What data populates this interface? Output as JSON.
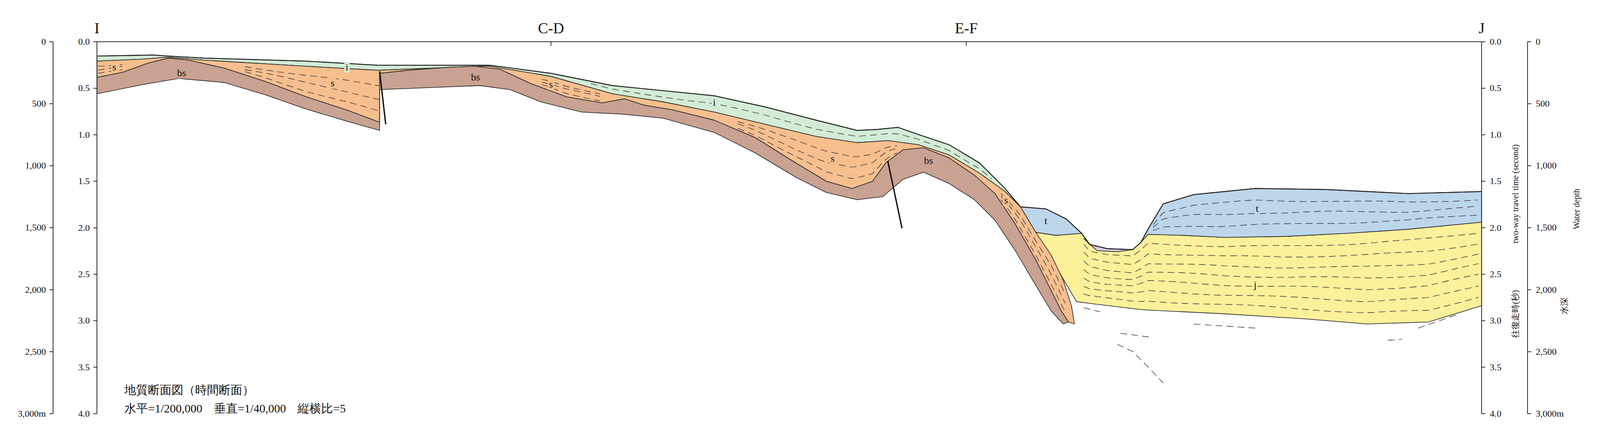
{
  "diagram": {
    "caption": "地質断面図（時間断面）",
    "labels": [
      "I",
      "C-D",
      "E-F",
      "J",
      "0",
      "500",
      "1,000",
      "1,500",
      "2,000",
      "2,500",
      "3,000m",
      "0.0",
      "0.5",
      "1.0",
      "1.5",
      "2.0",
      "2.5",
      "3.0",
      "3.5",
      "4.0",
      "0.0",
      "0.5",
      "1.0",
      "1.5",
      "2.0",
      "2.5",
      "3.0",
      "3.5",
      "4.0",
      "0",
      "500",
      "1,000",
      "1,500",
      "2,000",
      "2,500",
      "3,000m",
      "two-way travel time (second)",
      "往復走時(秒)",
      "Water depth",
      "水深",
      "s",
      "bs",
      "i",
      "s",
      "bs",
      "s",
      "i",
      "s",
      "bs",
      "s",
      "t",
      "t",
      "j",
      "水平=1/200,000　垂直=1/40,000　縦横比=5"
    ]
  }
}
